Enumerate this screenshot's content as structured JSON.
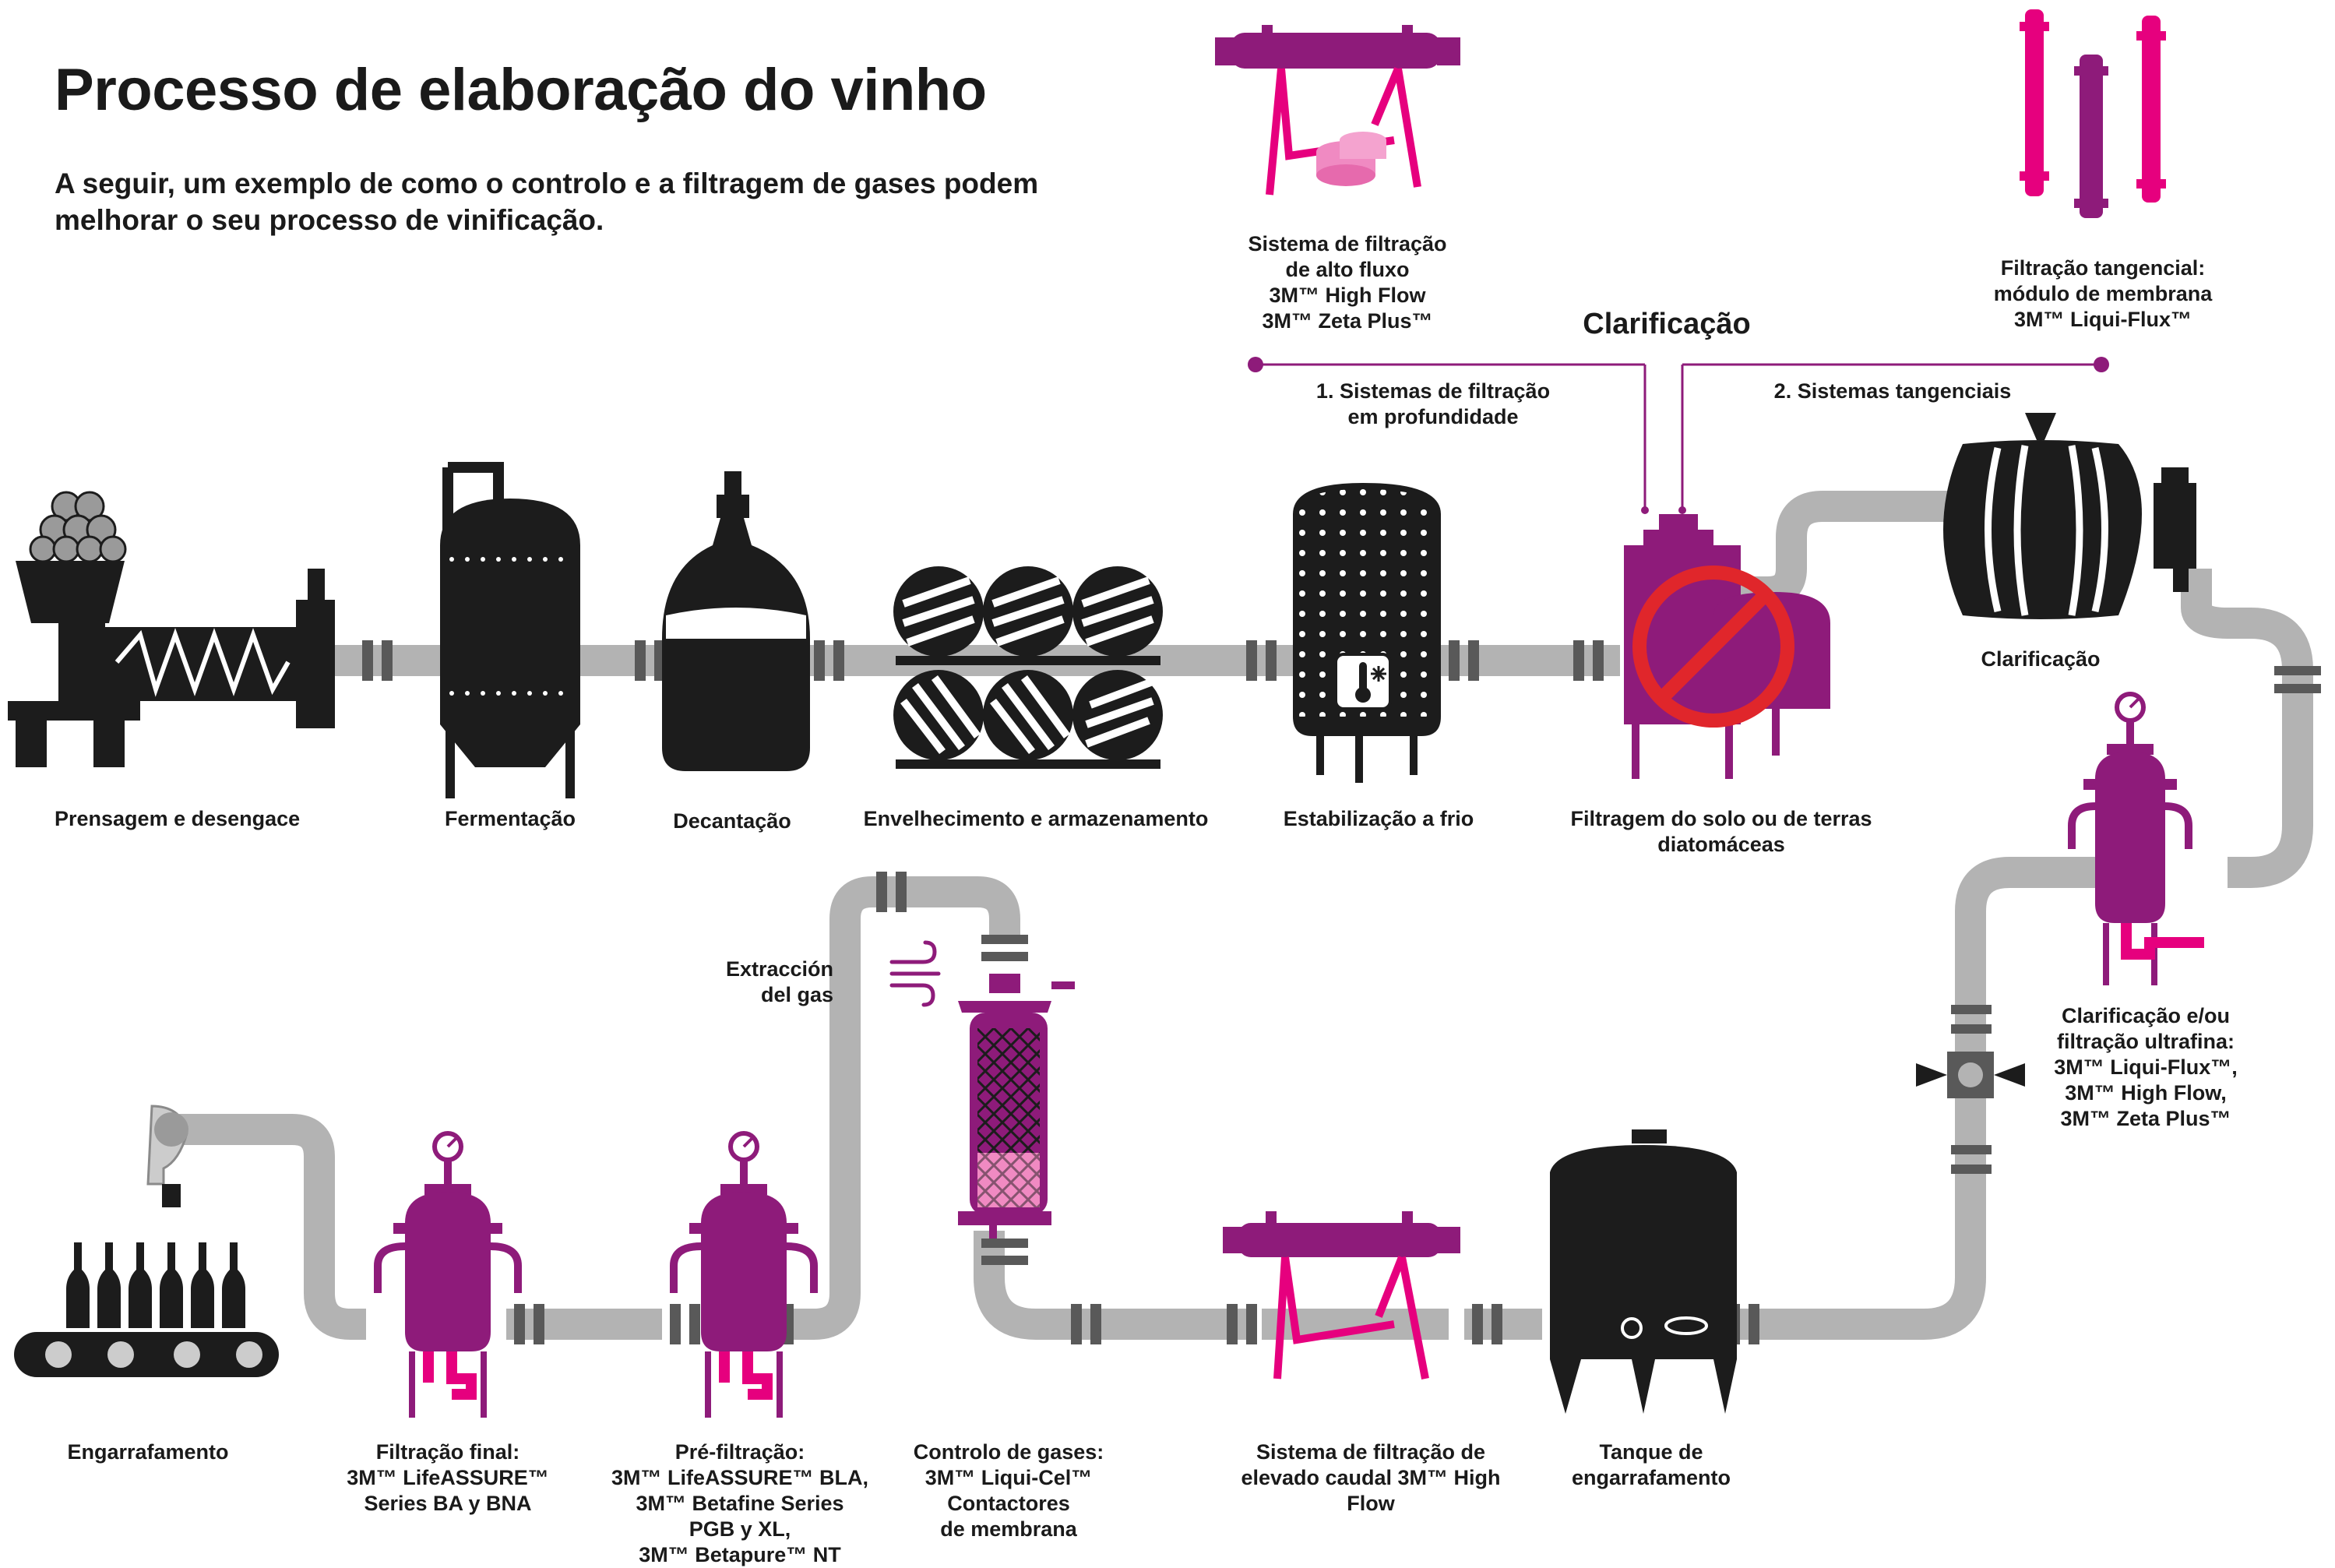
{
  "header": {
    "title": "Processo de elaboração do vinho",
    "subtitle": "A seguir, um exemplo de como o controlo e a filtragem de gases podem melhorar o seu processo de vinificação."
  },
  "colors": {
    "pipe": "#b3b3b3",
    "pipe_joint": "#595959",
    "equipment": "#1c1c1c",
    "purple": "#8e1b7a",
    "pink": "#e6007e",
    "no_symbol": "#e0262b"
  },
  "top_row": {
    "pressing": "Prensagem e desengace",
    "fermentation": "Fermentação",
    "decanting": "Decantação",
    "aging": "Envelhecimento e armazenamento",
    "cold_stabilization": "Estabilização a frio",
    "soil_filtration": [
      "Filtragem do solo ou de terras",
      "diatomáceas"
    ],
    "barrel_clarification": "Clarificação"
  },
  "clarification_header": {
    "title": "Clarificação",
    "option_1": [
      "1. Sistemas de filtração",
      "em profundidade"
    ],
    "option_2": "2. Sistemas tangenciais",
    "high_flow_system": [
      "Sistema de filtração",
      "de alto fluxo",
      "3M™ High Flow",
      "3M™ Zeta Plus™"
    ],
    "tangential_module": [
      "Filtração tangencial:",
      "módulo de membrana",
      "3M™ Liqui-Flux™"
    ]
  },
  "bottom_row": {
    "ultrafine": [
      "Clarificação e/ou",
      "filtração ultrafina:",
      "3M™ Liqui-Flux™,",
      "3M™ High Flow,",
      "3M™ Zeta Plus™"
    ],
    "bottling_tank": [
      "Tanque de",
      "engarrafamento"
    ],
    "high_flow_filtration": [
      "Sistema de filtração de",
      "elevado caudal 3M™ High",
      "Flow"
    ],
    "gas_control": [
      "Controlo de gases:",
      "3M™ Liqui-Cel™",
      "Contactores",
      "de membrana"
    ],
    "gas_extraction": [
      "Extracción",
      "del gas"
    ],
    "pre_filtration": [
      "Pré-filtração:",
      "3M™ LifeASSURE™ BLA,",
      "3M™ Betafine Series",
      "PGB y XL,",
      "3M™ Betapure™ NT"
    ],
    "final_filtration": [
      "Filtração final:",
      "3M™ LifeASSURE™",
      "Series BA y BNA"
    ],
    "bottling": "Engarrafamento"
  },
  "icons": {
    "cold_stabilization_badge": "thermometer-snowflake-icon",
    "gas_extraction": "wind-icon",
    "prohibition": "no-symbol-icon"
  }
}
